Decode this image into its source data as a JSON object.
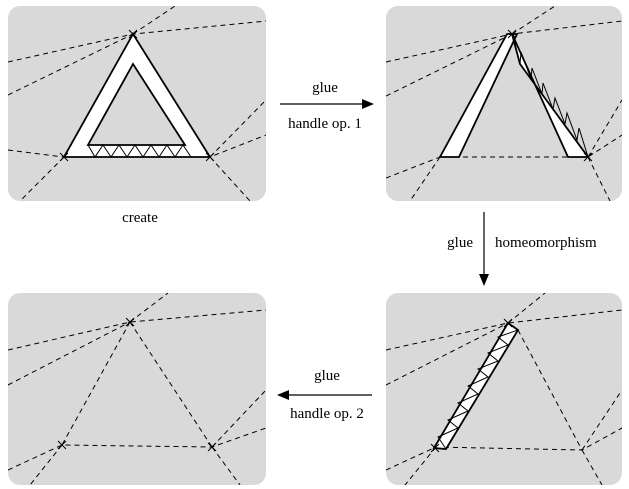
{
  "labels": {
    "create": "create",
    "glue_top": "glue",
    "handle_op_1": "handle op. 1",
    "glue_right": "glue",
    "homeomorphism": "homeomorphism",
    "glue_bottom": "glue",
    "handle_op_2": "handle op. 2"
  }
}
